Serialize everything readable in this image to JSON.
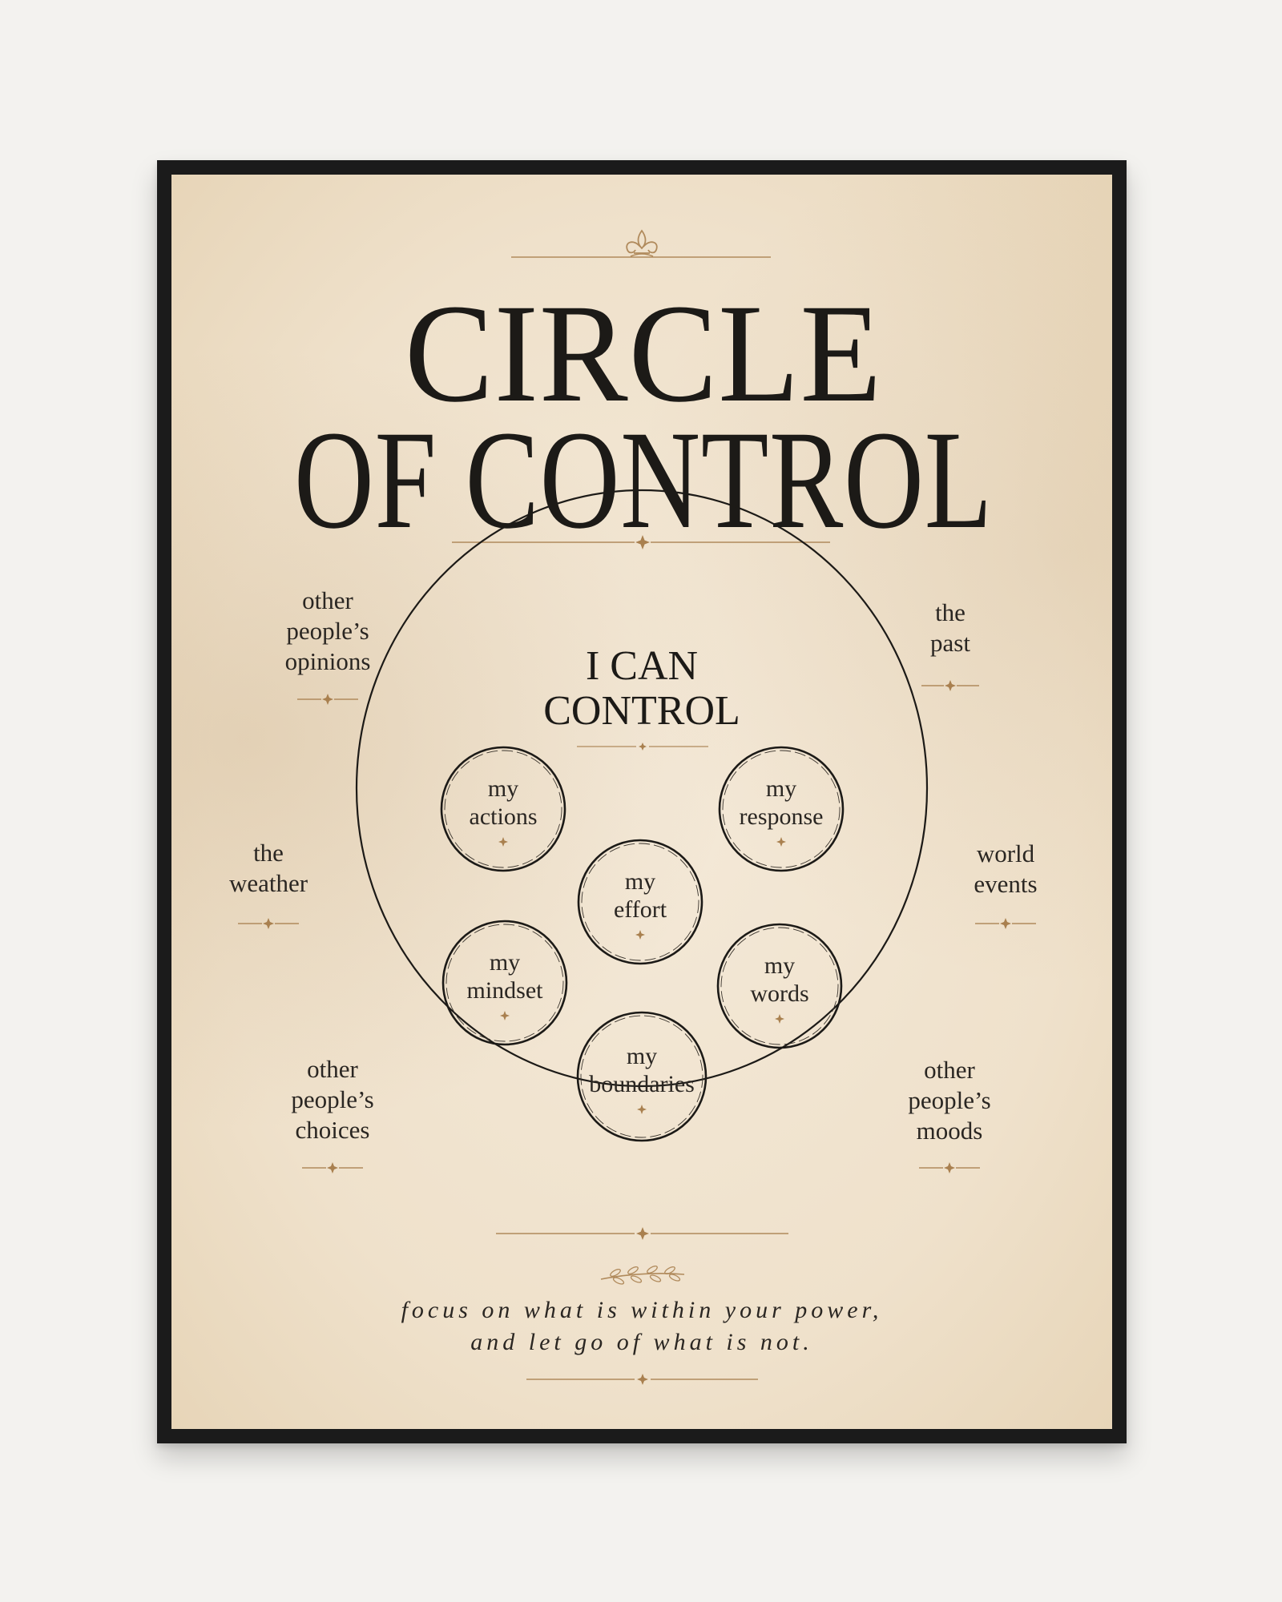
{
  "title": {
    "line1": "CIRCLE",
    "line2": "OF CONTROL"
  },
  "inner_heading": {
    "line1": "I CAN",
    "line2": "CONTROL"
  },
  "inside_items": [
    {
      "line1": "my",
      "line2": "actions"
    },
    {
      "line1": "my",
      "line2": "response"
    },
    {
      "line1": "my",
      "line2": "effort"
    },
    {
      "line1": "my",
      "line2": "mindset"
    },
    {
      "line1": "my",
      "line2": "words"
    },
    {
      "line1": "my",
      "line2": "boundaries"
    }
  ],
  "outside_items": [
    {
      "lines": [
        "other",
        "people’s",
        "opinions"
      ]
    },
    {
      "lines": [
        "the",
        "past"
      ]
    },
    {
      "lines": [
        "the",
        "weather"
      ]
    },
    {
      "lines": [
        "world",
        "events"
      ]
    },
    {
      "lines": [
        "other",
        "people’s",
        "choices"
      ]
    },
    {
      "lines": [
        "other",
        "people’s",
        "moods"
      ]
    }
  ],
  "quote": {
    "line1": "focus on what is within your power,",
    "line2": "and let go of what is not."
  },
  "colors": {
    "ink": "#1c1a17",
    "gold": "#b08a5c",
    "paper": "#f1e4cf",
    "frame": "#1b1b1b",
    "wall": "#f3f2ef"
  },
  "icons": [
    "fleur-de-lis-icon",
    "sparkle-star-icon",
    "laurel-branch-icon"
  ]
}
